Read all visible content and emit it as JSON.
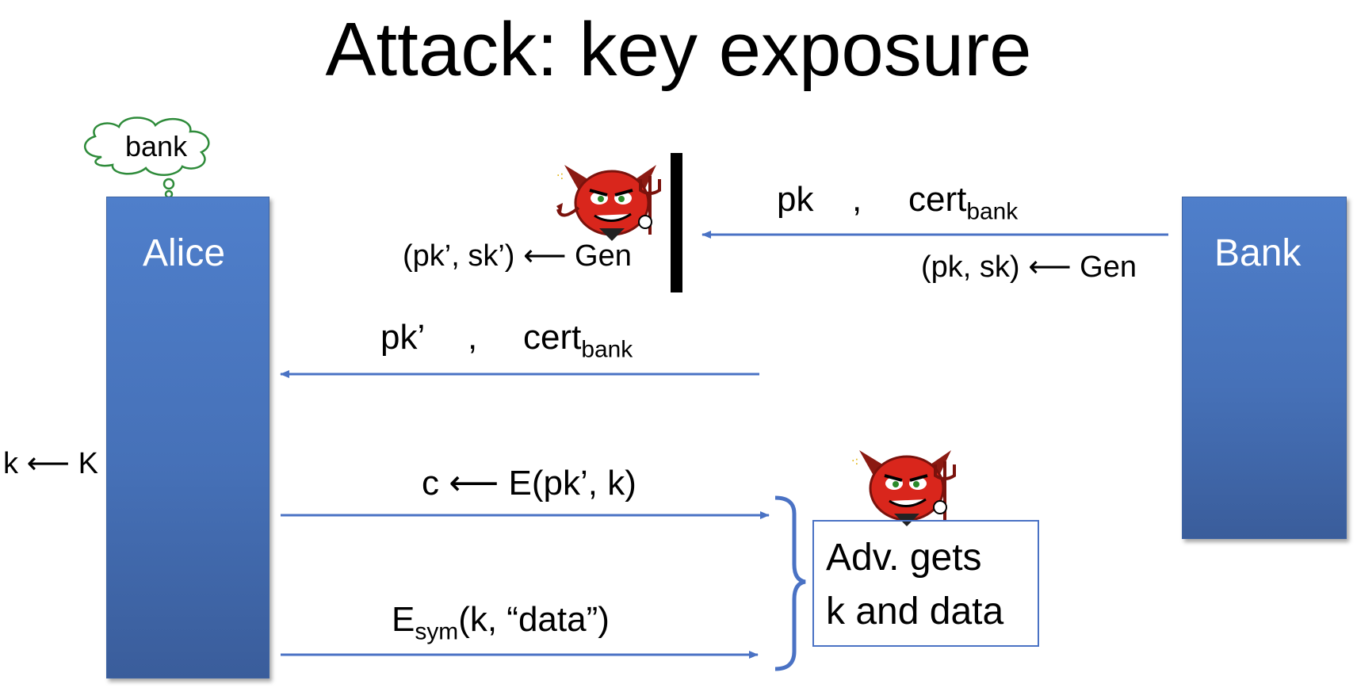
{
  "title": "Attack:  key exposure",
  "alice": {
    "label": "Alice",
    "thought": "bank",
    "keygen": "k ⟵ K"
  },
  "bank": {
    "label": "Bank",
    "keygen": "(pk, sk) ⟵ Gen"
  },
  "adversary": {
    "keygen": "(pk’, sk’) ⟵ Gen",
    "result_line1": "Adv. gets",
    "result_line2": "k and data"
  },
  "messages": {
    "bank_to_adv": {
      "pk": "pk",
      "sep": ",",
      "cert": "cert",
      "cert_sub": "bank"
    },
    "adv_to_alice": {
      "pk": "pk’",
      "sep": ",",
      "cert": "cert",
      "cert_sub": "bank"
    },
    "alice_cipher": "c ⟵ E(pk’, k)",
    "alice_data": {
      "e": "E",
      "e_sub": "sym",
      "rest": "(k,   “data”)"
    }
  },
  "colors": {
    "party_blue": "#4672b8",
    "arrow_blue": "#4a72c4",
    "devil_red": "#d9261c",
    "cloud_green": "#2e8b3a"
  },
  "icons": [
    "devil-icon",
    "thought-cloud-icon",
    "brace-icon",
    "wall-bar"
  ]
}
